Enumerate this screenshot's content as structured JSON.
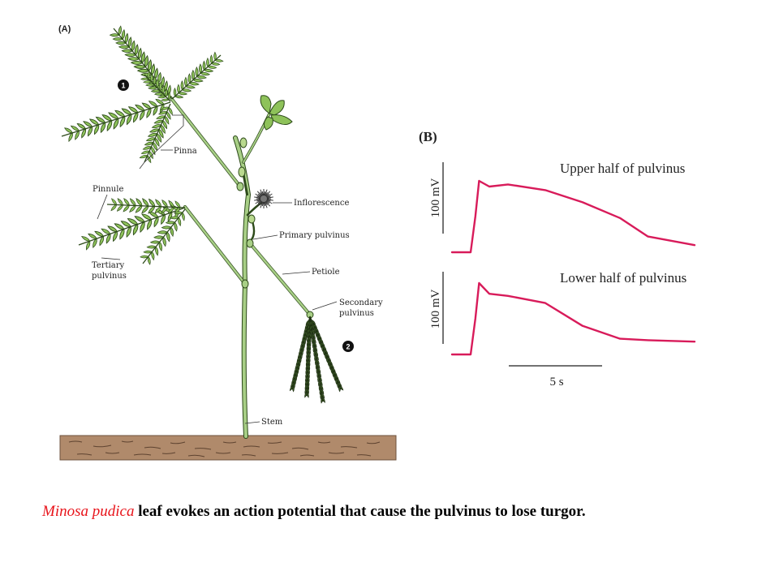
{
  "figure": {
    "panel_a": {
      "label": "(A)",
      "labels": {
        "pinna": "Pinna",
        "pinnule": "Pinnule",
        "tertiary_1": "Tertiary",
        "tertiary_2": "pulvinus",
        "inflorescence": "Inflorescence",
        "primary": "Primary pulvinus",
        "petiole": "Petiole",
        "secondary_1": "Secondary",
        "secondary_2": "pulvinus",
        "stem": "Stem"
      },
      "markers": [
        "1",
        "2"
      ],
      "colors": {
        "leaf": "#8ec25a",
        "leaf_vein": "#2d4a1a",
        "stem": "#a8cf86",
        "soil": "#b08a6b",
        "closed_leaf": "#3d5a28"
      }
    },
    "panel_b": {
      "label": "(B)",
      "upper_trace_label": "Upper half of pulvinus",
      "lower_trace_label": "Lower half of pulvinus",
      "scale_y_label": "100 mV",
      "scale_x_label": "5 s",
      "trace_color": "#d81b5a"
    },
    "caption": {
      "species": "Minosa pudica",
      "text": " leaf evokes an action potential that cause the pulvinus to lose turgor."
    }
  },
  "chart_data": {
    "type": "line",
    "title": "",
    "xlabel": "",
    "ylabel": "",
    "scale_bars": {
      "x": "5 s",
      "y": "100 mV"
    },
    "series": [
      {
        "name": "Upper half of pulvinus",
        "x": [
          0,
          1.0,
          1.25,
          1.45,
          2.0,
          3.0,
          5.0,
          7.0,
          9.0,
          10.5,
          13.0
        ],
        "y": [
          0,
          0,
          50,
          100,
          92,
          95,
          87,
          70,
          48,
          22,
          10
        ]
      },
      {
        "name": "Lower half of pulvinus",
        "x": [
          0,
          1.0,
          1.25,
          1.45,
          2.0,
          3.0,
          5.0,
          7.0,
          9.0,
          10.5,
          13.0
        ],
        "y": [
          0,
          0,
          50,
          100,
          85,
          82,
          72,
          40,
          22,
          20,
          18
        ]
      }
    ]
  }
}
